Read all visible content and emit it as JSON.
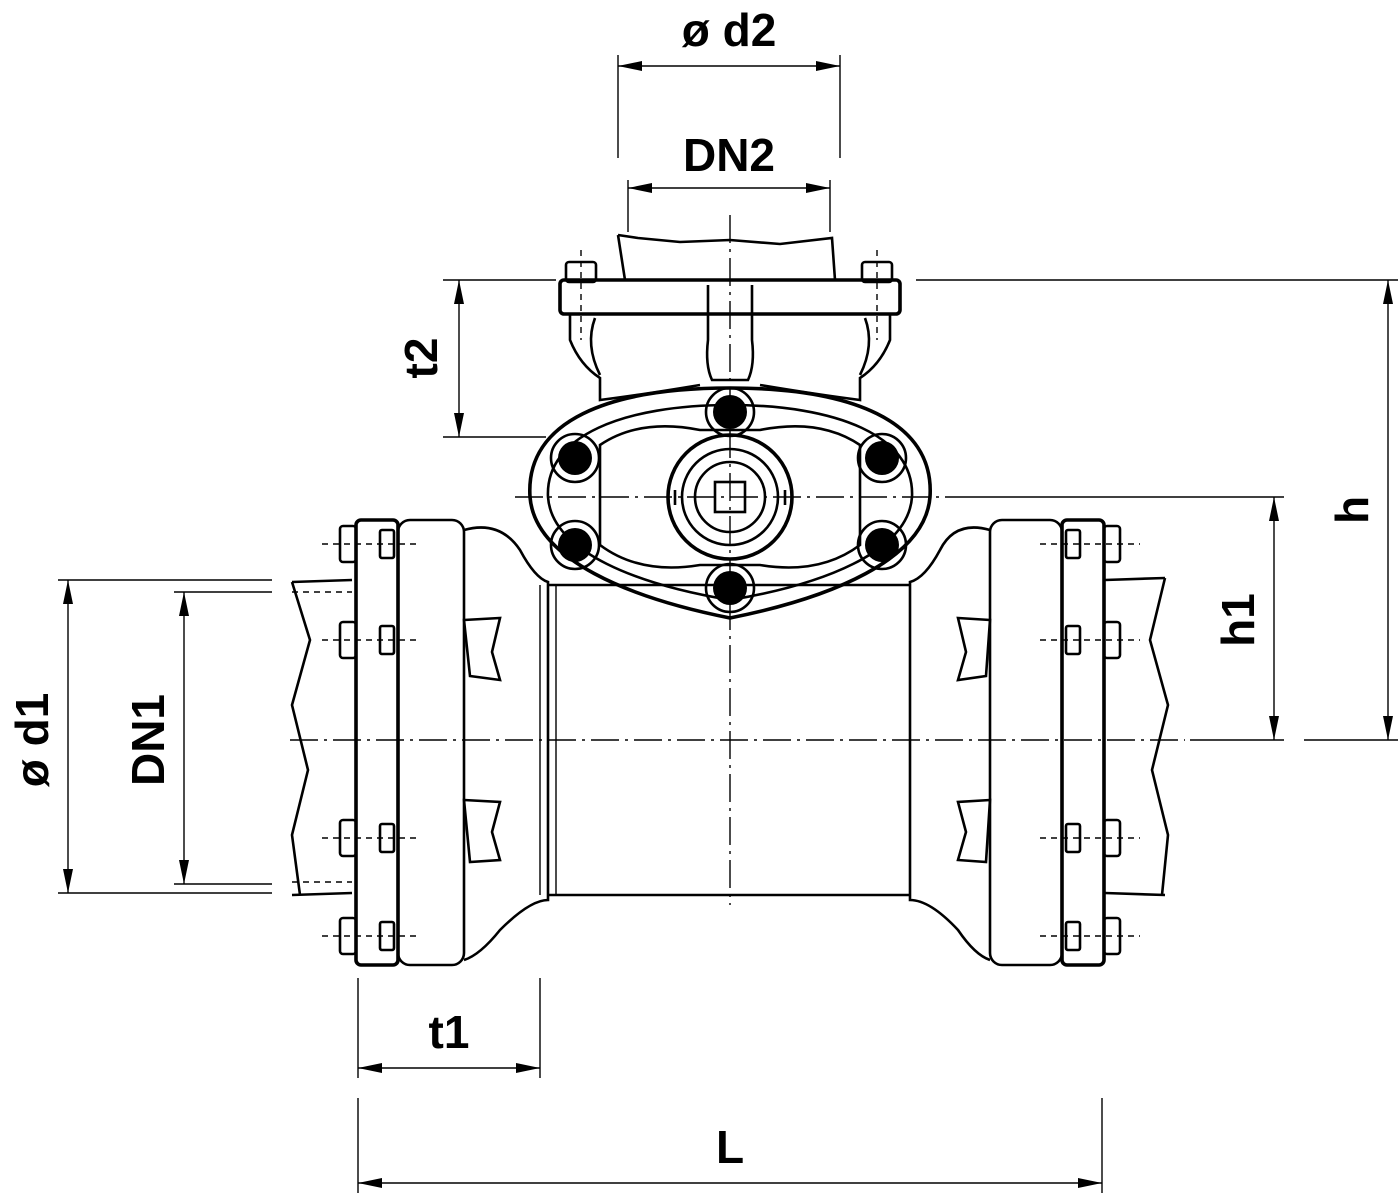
{
  "dimensions": {
    "d2": "ø d2",
    "dn2": "DN2",
    "t2": "t2",
    "h": "h",
    "h1": "h1",
    "d1": "ø d1",
    "dn1": "DN1",
    "t1": "t1",
    "L": "L"
  }
}
